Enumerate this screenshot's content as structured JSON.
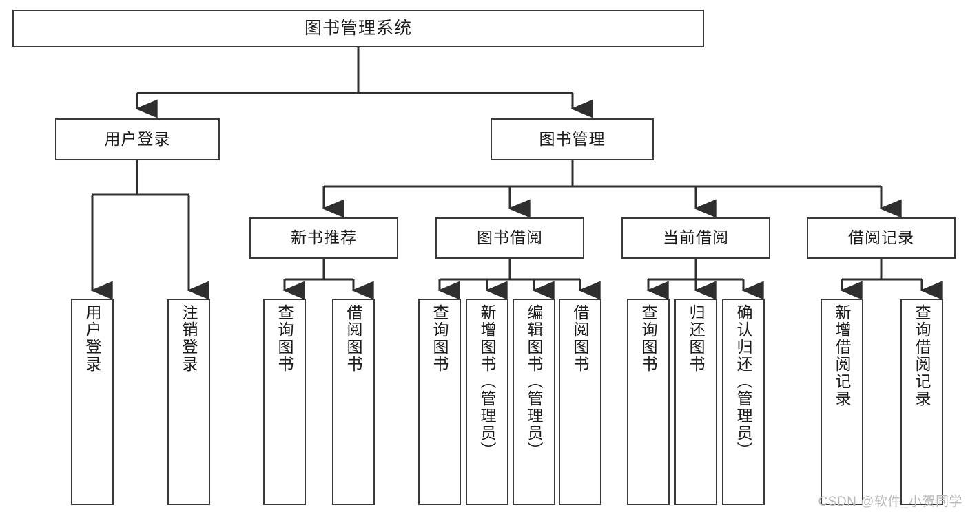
{
  "diagram": {
    "type": "tree",
    "title": "图书管理系统",
    "root": {
      "label": "图书管理系统"
    },
    "level2": [
      {
        "label": "用户登录"
      },
      {
        "label": "图书管理"
      }
    ],
    "level3": [
      {
        "label": "新书推荐"
      },
      {
        "label": "图书借阅"
      },
      {
        "label": "当前借阅"
      },
      {
        "label": "借阅记录"
      }
    ],
    "leaves": {
      "user_login": [
        {
          "label": "用户登录"
        },
        {
          "label": "注销登录"
        }
      ],
      "new_book_recommend": [
        {
          "label": "查询图书"
        },
        {
          "label": "借阅图书"
        }
      ],
      "book_borrow": [
        {
          "label": "查询图书"
        },
        {
          "label": "新增图书（管理员）"
        },
        {
          "label": "编辑图书（管理员）"
        },
        {
          "label": "借阅图书"
        }
      ],
      "current_borrow": [
        {
          "label": "查询图书"
        },
        {
          "label": "归还图书"
        },
        {
          "label": "确认归还（管理员）"
        }
      ],
      "borrow_record": [
        {
          "label": "新增借阅记录"
        },
        {
          "label": "查询借阅记录"
        }
      ]
    }
  },
  "watermark": {
    "text": "CSDN @软件_小贺同学"
  },
  "colors": {
    "box_border": "#3a3a3a",
    "line": "#2f2f2f",
    "text": "#1b1b1b",
    "background": "#ffffff",
    "watermark": "#b9b9b9"
  }
}
